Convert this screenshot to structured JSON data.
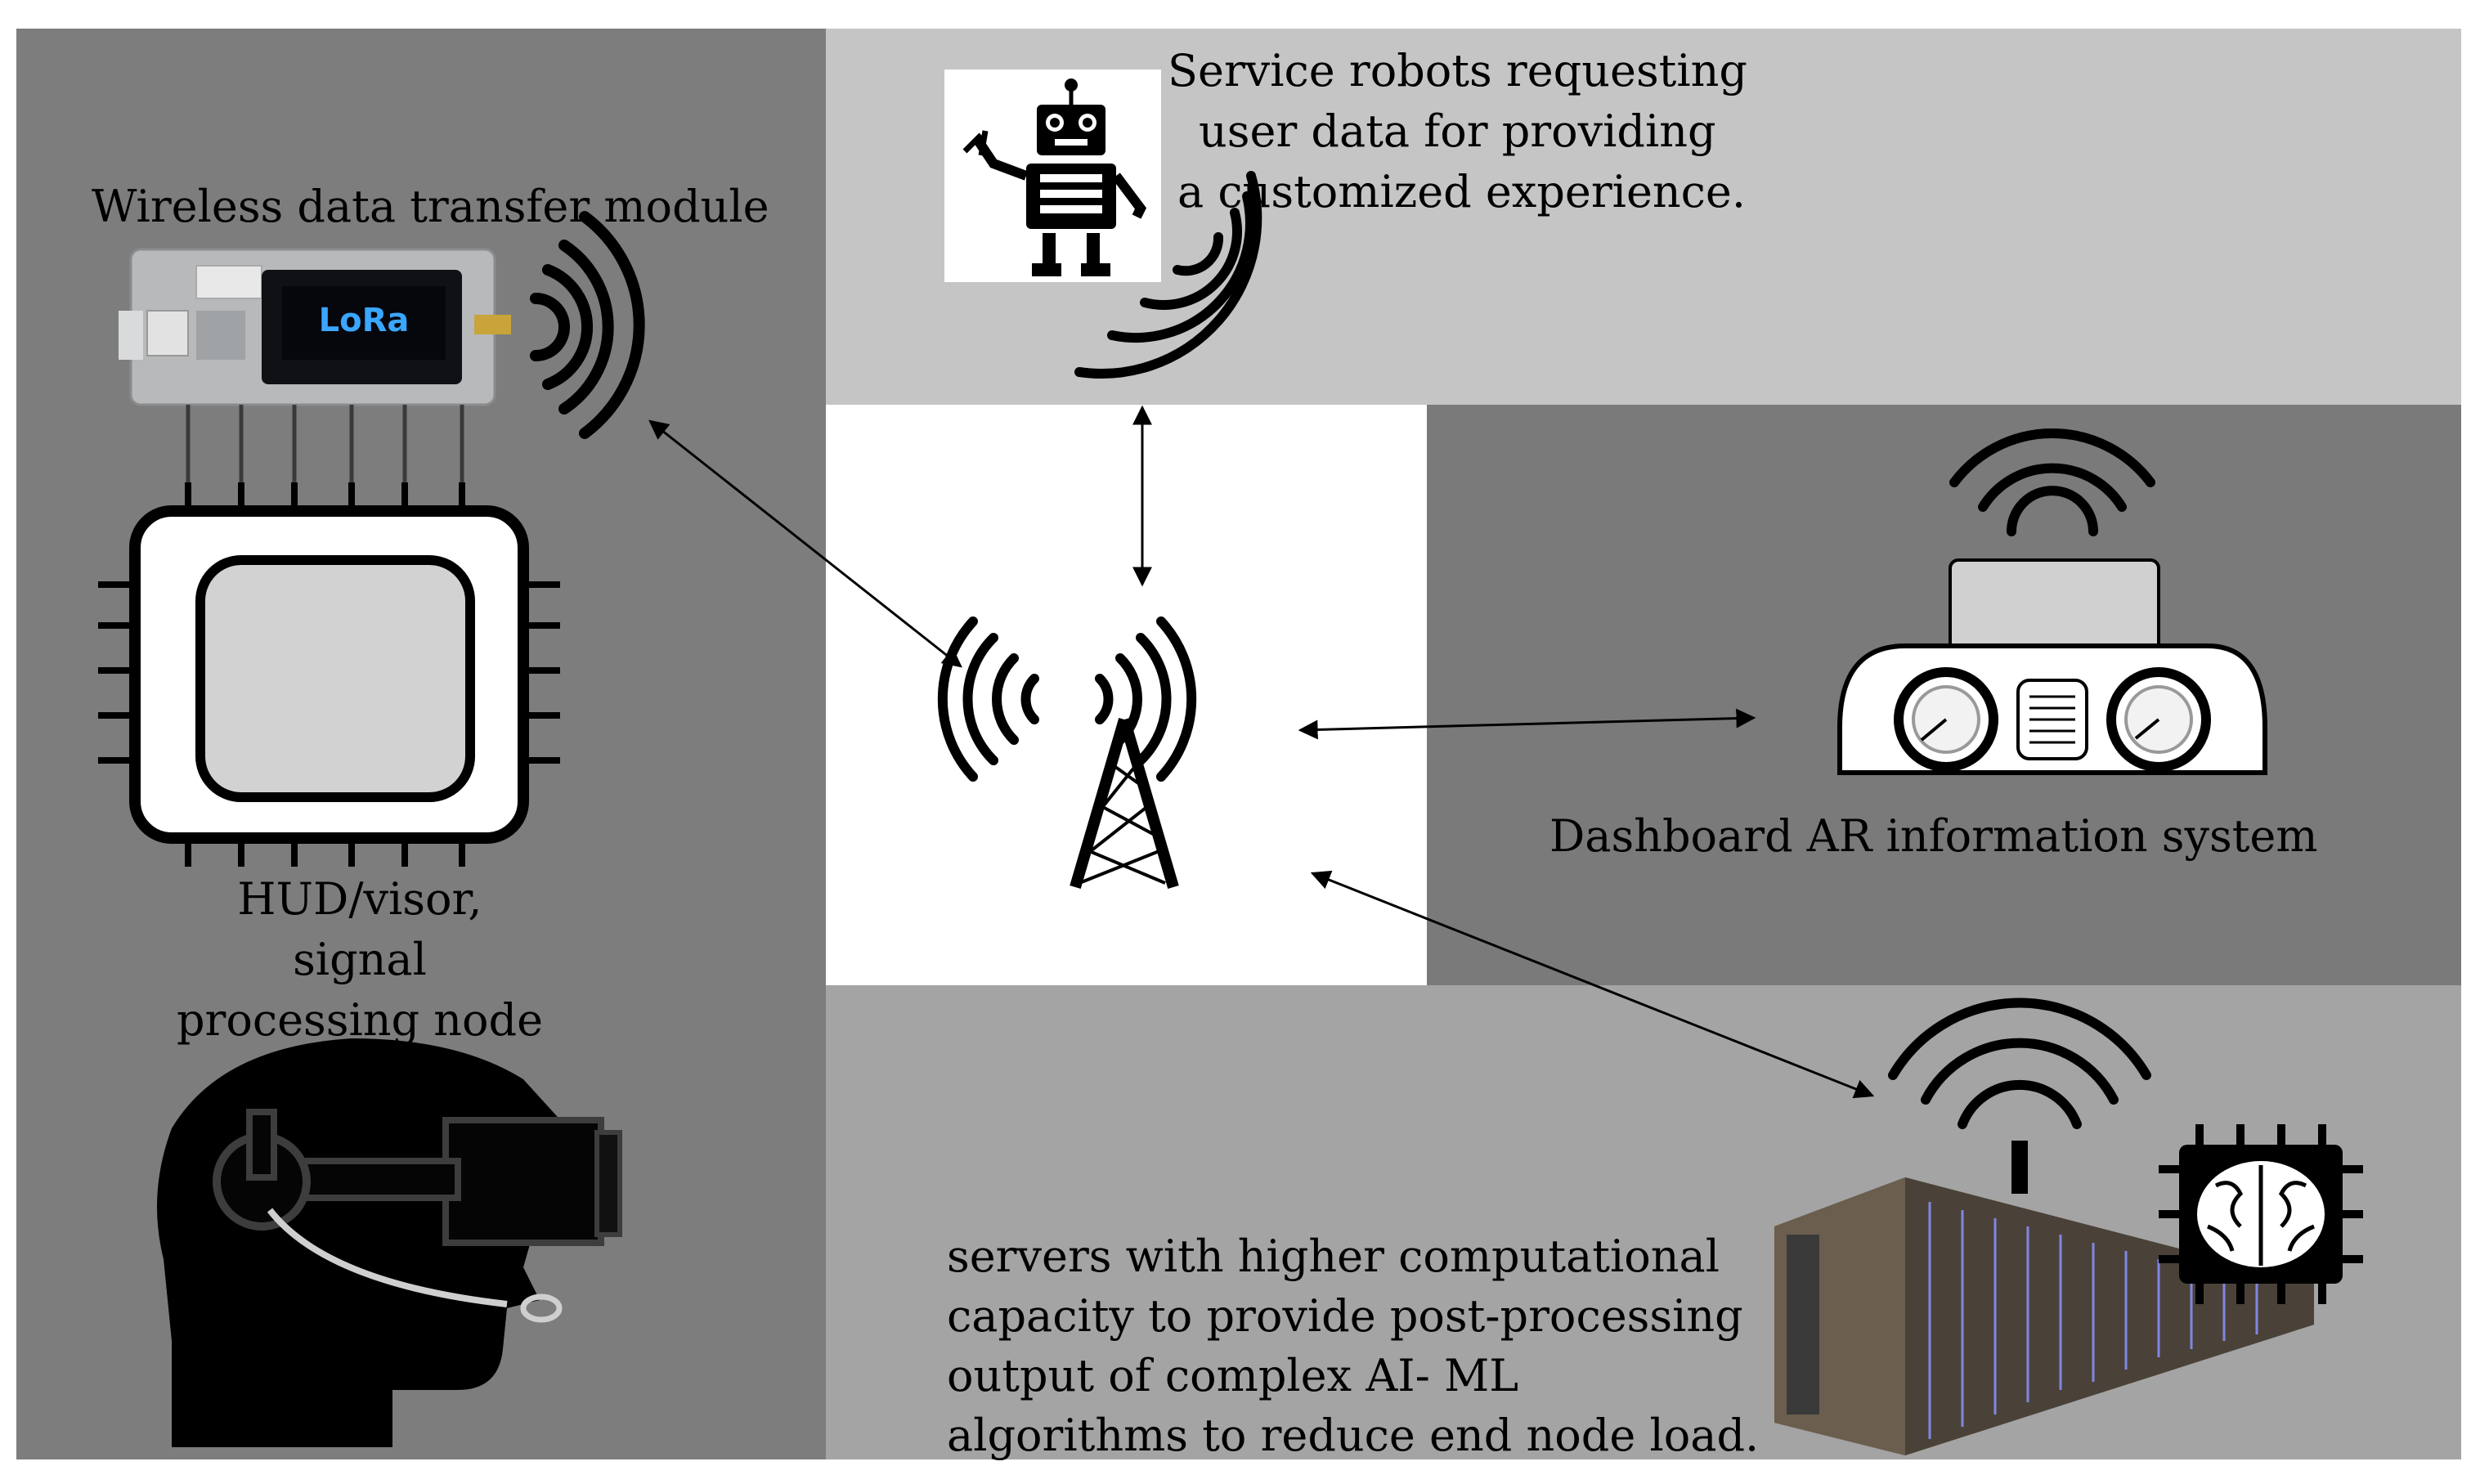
{
  "labels": {
    "wireless_module": "Wireless data transfer module",
    "lora_screen": "LoRa",
    "robot_text": [
      "Service robots requesting",
      "user data for providing",
      "a customized experience."
    ],
    "hud_text": [
      "HUD/visor,",
      "signal",
      "processing node"
    ],
    "dashboard": "Dashboard AR information system",
    "servers_text": [
      "servers with higher computational",
      "capacity to provide post-processing",
      "output of complex AI- ML",
      "algorithms to reduce end node load."
    ]
  },
  "colors": {
    "left_panel": "#7d7d7d",
    "top_panel": "#c5c5c5",
    "center_panel": "#ffffff",
    "right_panel": "#7a7a7a",
    "bottom_panel": "#a4a4a4",
    "lora_text": "#3aa6ff"
  },
  "icons": [
    "lora-module-icon",
    "chip-icon",
    "vr-head-icon",
    "robot-icon",
    "tower-icon",
    "dashboard-icon",
    "server-rack-icon",
    "ai-chip-icon",
    "wireless-signal-icon"
  ]
}
